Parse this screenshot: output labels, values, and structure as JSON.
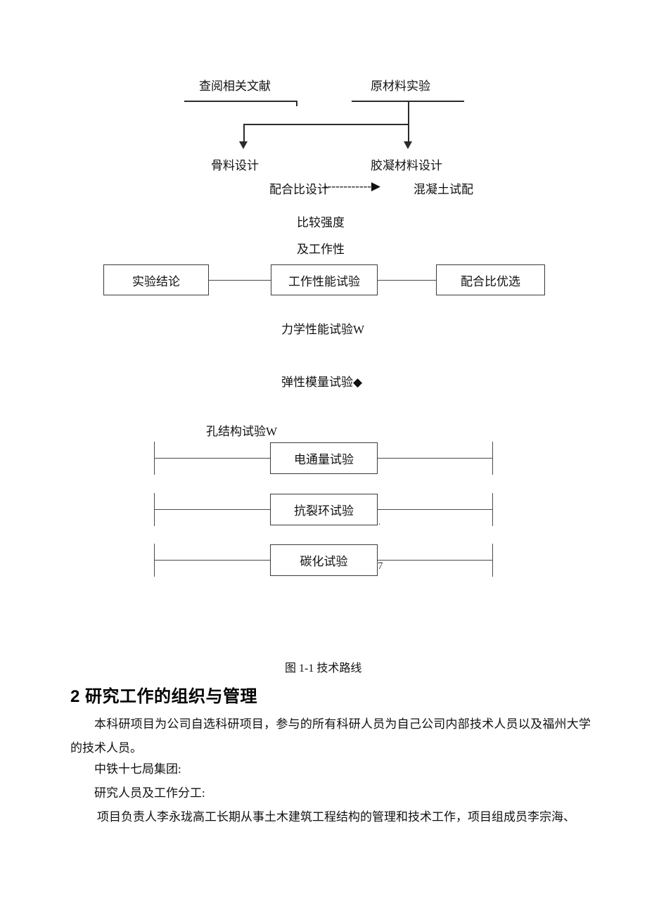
{
  "figure": {
    "caption": "图 1-1 技术路线",
    "top_nodes": {
      "literature_review": "查阅相关文献",
      "raw_material_test": "原材料实验",
      "aggregate_design": "骨料设计",
      "cementitious_design": "胶凝材料设计"
    },
    "mix_line": {
      "left": "配合比设计",
      "connector": "------------▶",
      "right": "混凝土试配"
    },
    "compare_labels": {
      "line1": "比较强度",
      "line2": "及工作性"
    },
    "middle_boxes": [
      "实验结论",
      "工作性能试验",
      "配合比优选"
    ],
    "side_labels": {
      "mechanical": "力学性能试验W",
      "elastic_modulus": "弹性模量试验◆",
      "pore_structure": "孔结构试验W"
    },
    "bottom_boxes": [
      "电通量试验",
      "抗裂环试验",
      "碳化试验"
    ],
    "artifacts": {
      "dot_mark": ".",
      "seven_mark": "7"
    }
  },
  "document": {
    "heading": "2 研究工作的组织与管理",
    "paragraphs": [
      "本科研项目为公司自选科研项目，参与的所有科研人员为自己公司内部技术人员以及福州大学的技术人员。",
      "中铁十七局集团:",
      "研究人员及工作分工:",
      "项目负责人李永珑高工长期从事土木建筑工程结构的管理和技术工作，项目组成员李宗海、"
    ]
  }
}
